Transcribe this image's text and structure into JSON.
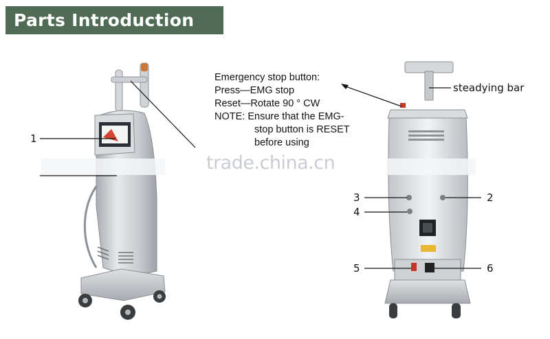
{
  "header": {
    "title": "Parts Introduction",
    "bg_color": "#4f6b55"
  },
  "callout": {
    "lines": [
      "Emergency stop button:",
      "Press—EMG stop",
      "Reset—Rotate 90 °  CW",
      "NOTE: Ensure that the EMG-",
      "stop button is RESET",
      "before using"
    ]
  },
  "labels": {
    "front_1": "1",
    "steadying_bar": "steadying bar",
    "rear_2": "2",
    "rear_3": "3",
    "rear_4": "4",
    "rear_5": "5",
    "rear_6": "6"
  },
  "watermark": "trade.china.cn"
}
